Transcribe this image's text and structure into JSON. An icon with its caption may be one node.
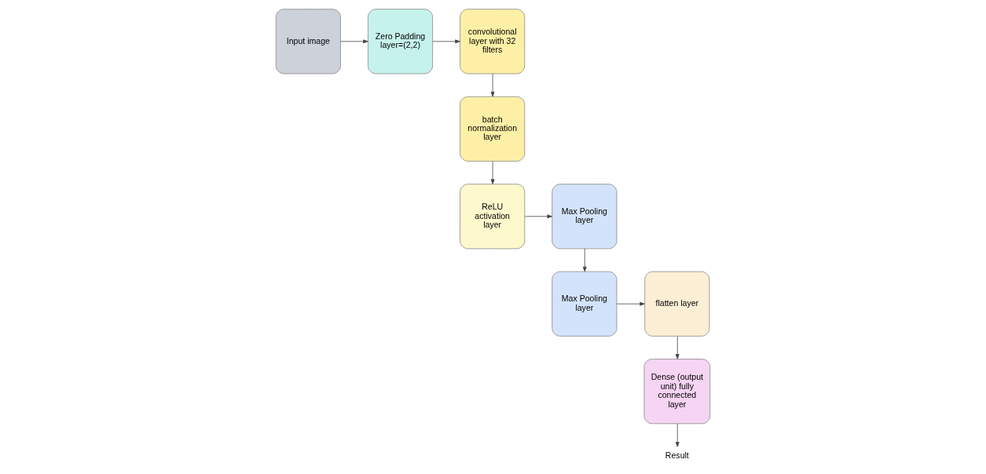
{
  "diagram": {
    "nodes": [
      {
        "text": [
          "Input image"
        ]
      },
      {
        "text": [
          "Zero Padding layer=(2,2)"
        ]
      },
      {
        "text": [
          "convolutional layer with 32 filters"
        ]
      },
      {
        "text": [
          "batch normalization layer"
        ]
      },
      {
        "text": [
          "ReLU activation layer"
        ]
      },
      {
        "text": [
          "Max Pooling layer"
        ]
      },
      {
        "text": [
          "Max Pooling layer"
        ]
      },
      {
        "text": [
          "flatten layer"
        ]
      },
      {
        "text": [
          "Dense (output unit) fully connected layer"
        ]
      },
      {
        "text": [
          "Result"
        ]
      }
    ],
    "edges": [
      {
        "from": 0,
        "to": 1,
        "arrow": "to"
      },
      {
        "from": 1,
        "to": 2,
        "arrow": "to"
      },
      {
        "from": 2,
        "to": 3,
        "arrow": "to"
      },
      {
        "from": 3,
        "to": 4,
        "arrow": "to"
      },
      {
        "from": 4,
        "to": 5,
        "arrow": "to"
      },
      {
        "from": 5,
        "to": 6,
        "arrow": "to"
      },
      {
        "from": 6,
        "to": 7,
        "arrow": "to"
      },
      {
        "from": 7,
        "to": 8,
        "arrow": "to"
      },
      {
        "from": 8,
        "to": 9,
        "arrow": "to"
      }
    ]
  }
}
